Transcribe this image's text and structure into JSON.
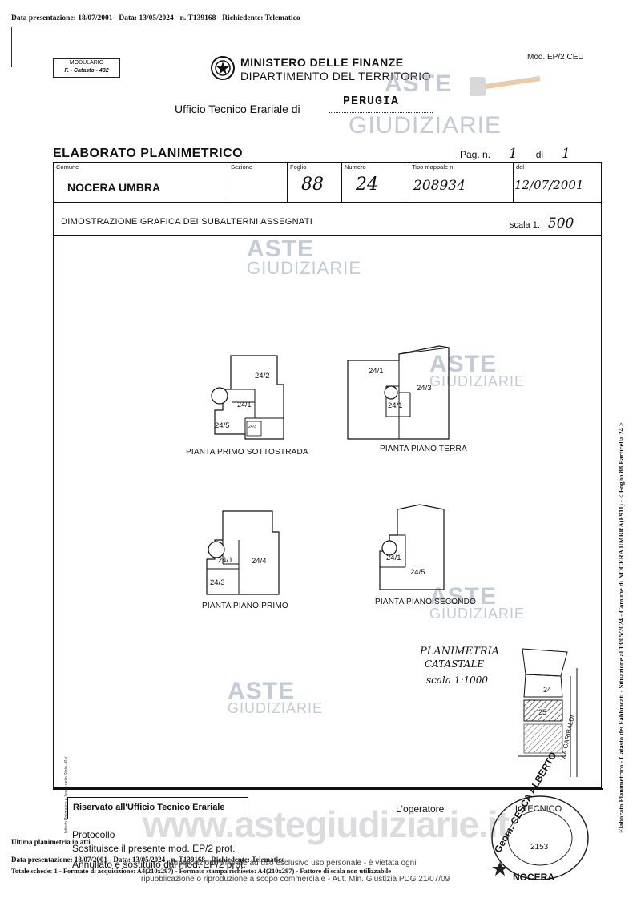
{
  "header_line": "Data presentazione: 18/07/2001 - Data: 13/05/2024 - n. T139168 - Richiedente: Telematico",
  "modulario": {
    "line1": "MODULARIO",
    "line2": "F. - Catasto - 432"
  },
  "mod_code": "Mod. EP/2 CEU",
  "ministero": "MINISTERO DELLE FINANZE",
  "dipartimento": "DIPARTIMENTO DEL TERRITORIO",
  "ufficio_label": "Ufficio Tecnico Erariale di",
  "ufficio_city": "PERUGIA",
  "title": "ELABORATO PLANIMETRICO",
  "pagination": {
    "pag_label": "Pag. n.",
    "pag_value": "1",
    "di_label": "di",
    "di_value": "1"
  },
  "fields": {
    "comune_label": "Comune",
    "comune_value": "NOCERA UMBRA",
    "sezione_label": "Sezione",
    "sezione_value": "",
    "foglio_label": "Foglio",
    "foglio_value": "88",
    "numero_label": "Numero",
    "numero_value": "24",
    "tipo_label": "Tipo mappale n.",
    "tipo_value": "208934",
    "del_label": "del",
    "del_value": "12/07/2001"
  },
  "dimostrazione": "DIMOSTRAZIONE GRAFICA DEI SUBALTERNI ASSEGNATI",
  "scala_label": "scala 1:",
  "scala_value": "500",
  "plans": {
    "p1": {
      "caption": "PIANTA PRIMO SOTTOSTRADA",
      "labels": [
        "24/2",
        "24/1",
        "24/5",
        "24/3"
      ]
    },
    "p2": {
      "caption": "PIANTA PIANO TERRA",
      "labels": [
        "24/1",
        "24/3",
        "24/1"
      ]
    },
    "p3": {
      "caption": "PIANTA PIANO PRIMO",
      "labels": [
        "24/1",
        "24/4",
        "24/3"
      ]
    },
    "p4": {
      "caption": "PIANTA PIANO SECONDO",
      "labels": [
        "24/1",
        "24/5"
      ]
    }
  },
  "planimetria": {
    "line1": "PLANIMETRIA",
    "line2": "CATASTALE",
    "line3": "scala 1:1000",
    "street": "VIA GARIBALDI",
    "parcel_a": "24",
    "parcel_b": "25"
  },
  "watermark": {
    "aste": "ASTE",
    "giudiziarie": "GIUDIZIARIE",
    "url": "www.astegiudiziarie.it"
  },
  "riservato": "Riservato all'Ufficio Tecnico Erariale",
  "operatore": "L'operatore",
  "protocollo": "Protocollo",
  "sostituisce": "Sostituisce il presente mod. EP/2 prot.",
  "annullato": "Annullato e sostituito dal mod. EP/2 prot.",
  "footer": {
    "line1": "Ultima planimetria in atti",
    "line2": "Data presentazione: 18/07/2001 - Data: 13/05/2024 - n. T139168 - Richiedente: Telematico",
    "line3": "Totale schede: 1 - Formato di acquisizione: A4(210x297) - Formato stampa richiesto: A4(210x297) - Fattore di scala non utilizzabile",
    "notice1": "Pubblicazione ufficiale ad uso esclusivo uso personale - è vietata ogni",
    "notice2": "ripubblicazione o riproduzione a scopo commerciale - Aut. Min. Giustizia PDG 21/07/09"
  },
  "stamp": {
    "top": "IL TECNICO",
    "name": "Geom. CESCA ALBERTO",
    "city": "NOCERA",
    "num": "2153"
  },
  "side_text": "Elaborato Planimetrico - Catasto dei Fabbricati - Situazione al 13/05/2024 - Comune di NOCERA UMBRA(F911) - < Foglio 88 Particella 24 >",
  "side_text_left": "Istituto Poligrafico e Zecca dello Stato - P.V."
}
